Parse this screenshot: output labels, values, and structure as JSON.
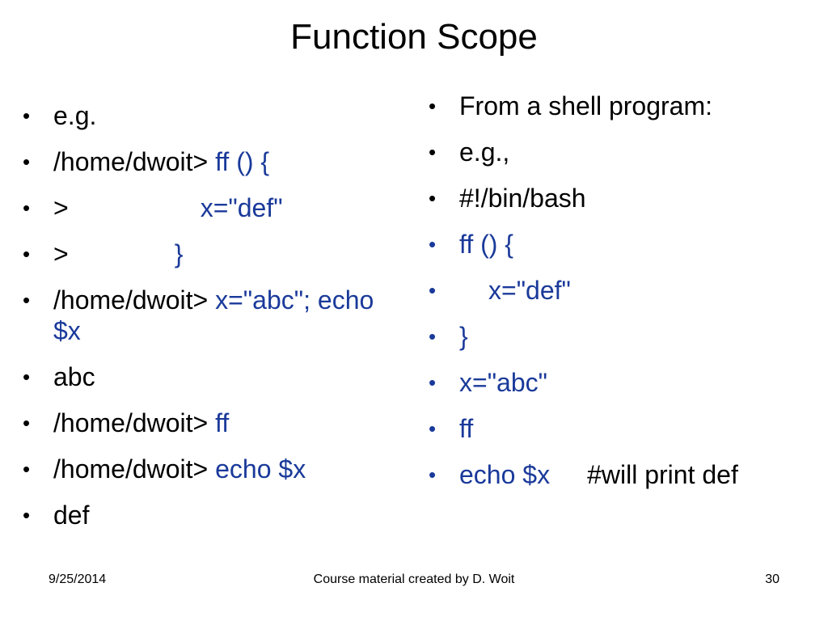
{
  "slide": {
    "title": "Function Scope",
    "bullet_char": "•",
    "left_items": [
      {
        "plain": "e.g.",
        "code": ""
      },
      {
        "plain": "/home/dwoit> ",
        "code": "ff () {"
      },
      {
        "plain": ">",
        "code": "x=\"def\""
      },
      {
        "plain": ">",
        "code": "}"
      },
      {
        "plain": "/home/dwoit> ",
        "code": "x=\"abc\"; echo $x"
      },
      {
        "plain": "abc",
        "code": ""
      },
      {
        "plain": "/home/dwoit> ",
        "code": "ff"
      },
      {
        "plain": "/home/dwoit> ",
        "code": "echo $x"
      },
      {
        "plain": "def",
        "code": ""
      }
    ],
    "right_items": [
      {
        "plain": "From a shell program:",
        "code": ""
      },
      {
        "plain": "e.g.,",
        "code": ""
      },
      {
        "plain": "#!/bin/bash",
        "code": ""
      },
      {
        "plain": "",
        "code": "ff () {"
      },
      {
        "plain": "",
        "code": "x=\"def\""
      },
      {
        "plain": "",
        "code": "}"
      },
      {
        "plain": "",
        "code": "x=\"abc\""
      },
      {
        "plain": "",
        "code": "ff"
      },
      {
        "plain": "#will print def",
        "code": "echo $x"
      }
    ],
    "colors": {
      "text": "#000000",
      "code": "#1a3a9a"
    }
  },
  "footer": {
    "date": "9/25/2014",
    "credit": "Course material created by D. Woit",
    "page_number": "30"
  }
}
